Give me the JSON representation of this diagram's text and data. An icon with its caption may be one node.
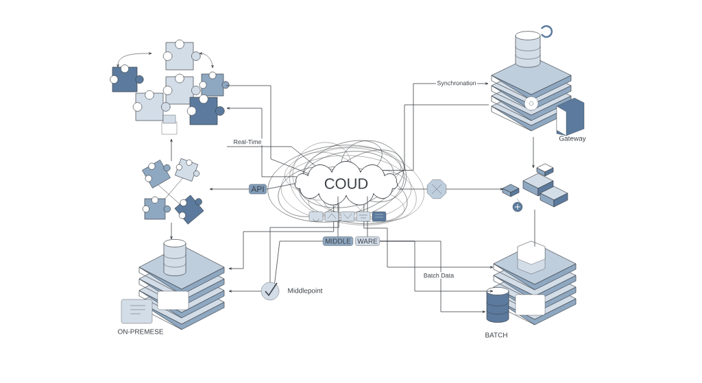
{
  "diagram": {
    "nodes": [
      {
        "text": [],
        "shape": "picture"
      },
      {
        "text": [],
        "shape": "picture"
      },
      {
        "text": [
          "API"
        ]
      },
      {
        "text": [
          "COUD"
        ]
      },
      {
        "text": [],
        "shape": "octagon"
      },
      {
        "text": [],
        "shape": "picture",
        "beside": [
          "Gateway"
        ]
      },
      {
        "text": [],
        "shape": "picture"
      },
      {
        "text": [],
        "shape": "picture"
      },
      {
        "text": [],
        "shape": "cylinder",
        "beside": [
          "BATCH"
        ]
      },
      {
        "text": [],
        "shape": "picture",
        "beside": [
          "ON-PREMESE"
        ]
      },
      {
        "text": [],
        "shape": "circle",
        "beside": [
          "Middlepoint"
        ]
      },
      {
        "text": [
          "MIDDLE"
        ]
      },
      {
        "text": [
          "WARE"
        ]
      }
    ],
    "edges": [
      {
        "from": null,
        "to": 3,
        "arrow": "none",
        "label": "Real-Time"
      },
      {
        "from": 0,
        "to": 3,
        "arrow": "none"
      },
      {
        "from": 3,
        "to": 0,
        "arrow": "to"
      },
      {
        "from": 1,
        "to": 0,
        "arrow": "to"
      },
      {
        "from": 3,
        "to": 2,
        "arrow": "none"
      },
      {
        "from": 2,
        "to": 1,
        "arrow": "to"
      },
      {
        "from": 1,
        "to": 9,
        "arrow": "to"
      },
      {
        "from": 3,
        "to": 4,
        "arrow": "none"
      },
      {
        "from": 4,
        "to": 6,
        "arrow": "to"
      },
      {
        "from": 3,
        "to": 5,
        "arrow": "to",
        "label": "Synchronation"
      },
      {
        "from": 5,
        "to": 3,
        "arrow": "none"
      },
      {
        "from": 5,
        "to": 6,
        "arrow": "to"
      },
      {
        "from": 6,
        "to": 7,
        "arrow": "none"
      },
      {
        "from": 3,
        "to": 9,
        "arrow": "to"
      },
      {
        "from": 10,
        "to": 9,
        "arrow": "to"
      },
      {
        "from": 3,
        "to": 10,
        "arrow": "none"
      },
      {
        "from": 11,
        "to": 10,
        "arrow": "none"
      },
      {
        "from": 3,
        "to": 11,
        "arrow": "none"
      },
      {
        "from": 3,
        "to": 12,
        "arrow": "none"
      },
      {
        "from": 3,
        "to": 7,
        "arrow": "to",
        "label": "Batch Data"
      },
      {
        "from": 12,
        "to": 7,
        "arrow": "to"
      },
      {
        "from": 12,
        "to": 8,
        "arrow": "to"
      }
    ]
  }
}
